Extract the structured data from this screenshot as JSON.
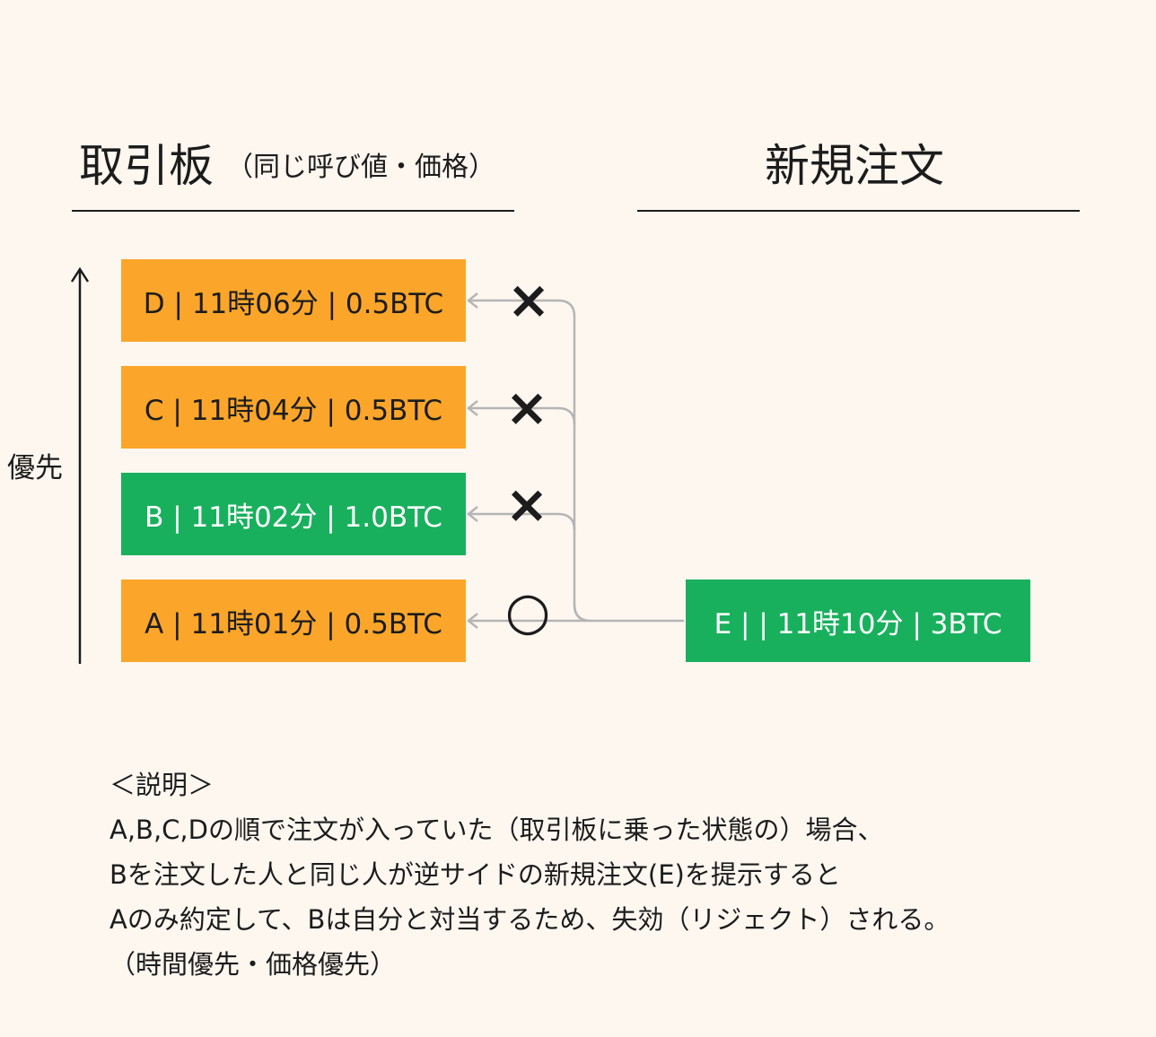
{
  "left_heading": {
    "title": "取引板",
    "subtitle": "（同じ呼び値・価格）"
  },
  "right_heading": {
    "title": "新規注文"
  },
  "priority_label": "優先",
  "book_orders": [
    {
      "id": "D",
      "label": "D | 11時06分 | 0.5BTC",
      "color": "#fba62a",
      "result": "×"
    },
    {
      "id": "C",
      "label": "C | 11時04分 | 0.5BTC",
      "color": "#fba62a",
      "result": "×"
    },
    {
      "id": "B",
      "label": "B | 11時02分 | 1.0BTC",
      "color": "#19b05d",
      "result": "×"
    },
    {
      "id": "A",
      "label": "A | 11時01分 | 0.5BTC",
      "color": "#fba62a",
      "result": "○"
    }
  ],
  "new_order": {
    "label": "E |  | 11時10分 | 3BTC",
    "color": "#19b05d"
  },
  "explanation": {
    "heading": "＜説明＞",
    "lines": [
      "A,B,C,Dの順で注文が入っていた（取引板に乗った状態の）場合、",
      "Bを注文した人と同じ人が逆サイドの新規注文(E)を提示すると",
      "Aのみ約定して、Bは自分と対当するため、失効（リジェクト）される。",
      "（時間優先・価格優先）"
    ]
  }
}
